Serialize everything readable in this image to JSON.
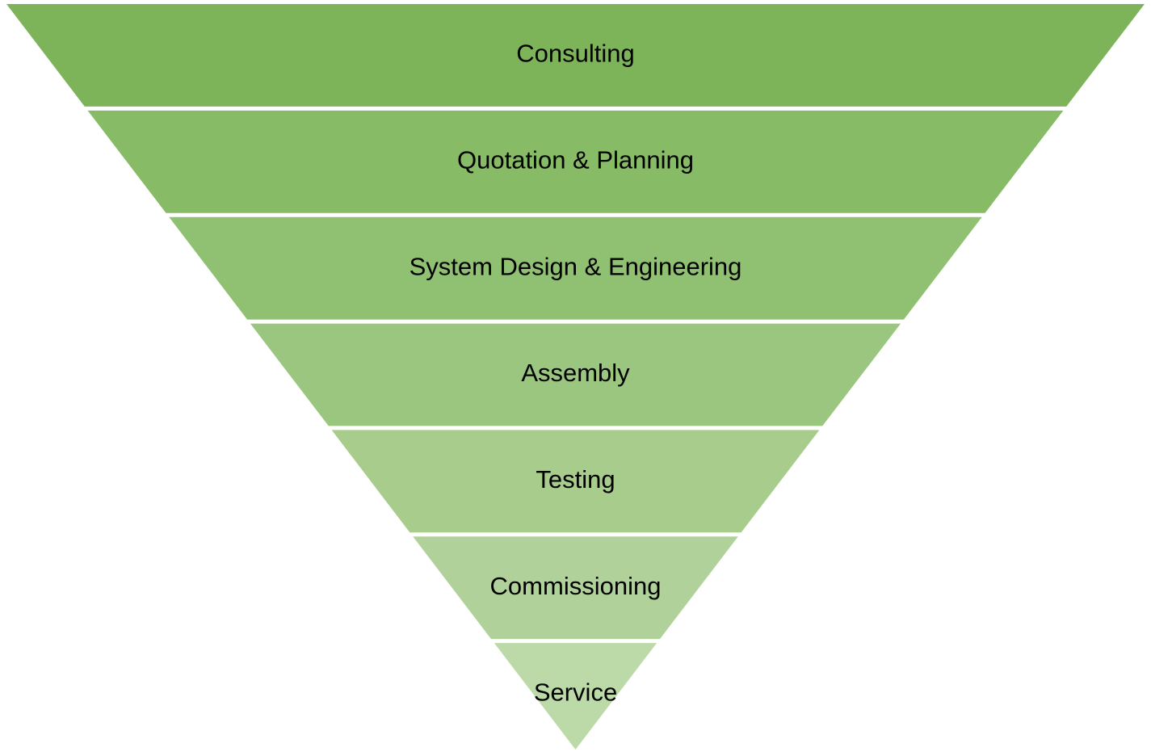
{
  "diagram": {
    "type": "inverted-pyramid",
    "stages": [
      {
        "label": "Consulting",
        "color": "#7db45a"
      },
      {
        "label": "Quotation & Planning",
        "color": "#87bb66"
      },
      {
        "label": "System Design & Engineering",
        "color": "#90c172"
      },
      {
        "label": "Assembly",
        "color": "#9bc67f"
      },
      {
        "label": "Testing",
        "color": "#a7cc8c"
      },
      {
        "label": "Commissioning",
        "color": "#b0d29a"
      },
      {
        "label": "Service",
        "color": "#bcd9a8"
      }
    ]
  }
}
